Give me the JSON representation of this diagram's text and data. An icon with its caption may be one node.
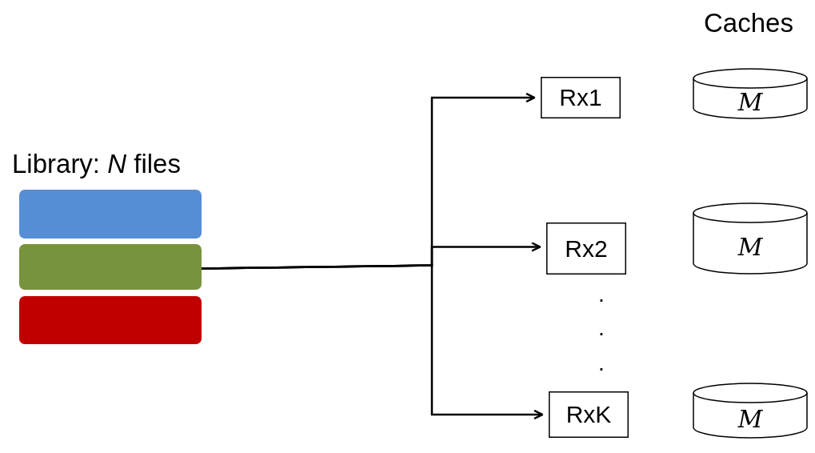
{
  "diagram": {
    "nodes": [
      {
        "text": [],
        "shape": "bar"
      },
      {
        "text": [],
        "shape": "bar"
      },
      {
        "text": [],
        "shape": "bar"
      },
      {
        "text": [
          "Rx1"
        ]
      },
      {
        "text": [
          "Rx2"
        ]
      },
      {
        "text": [
          "RxK"
        ]
      },
      {
        "text": [
          "M"
        ]
      },
      {
        "text": [
          "M"
        ]
      },
      {
        "text": [
          "M"
        ]
      }
    ],
    "edges": [
      {
        "from": 1,
        "to": 3,
        "arrow": "to"
      },
      {
        "from": 1,
        "to": 4,
        "arrow": "to"
      },
      {
        "from": 1,
        "to": 5,
        "arrow": "to"
      }
    ],
    "labels": [
      "Caches",
      "Library: *N* files",
      ".",
      ".",
      "."
    ]
  }
}
